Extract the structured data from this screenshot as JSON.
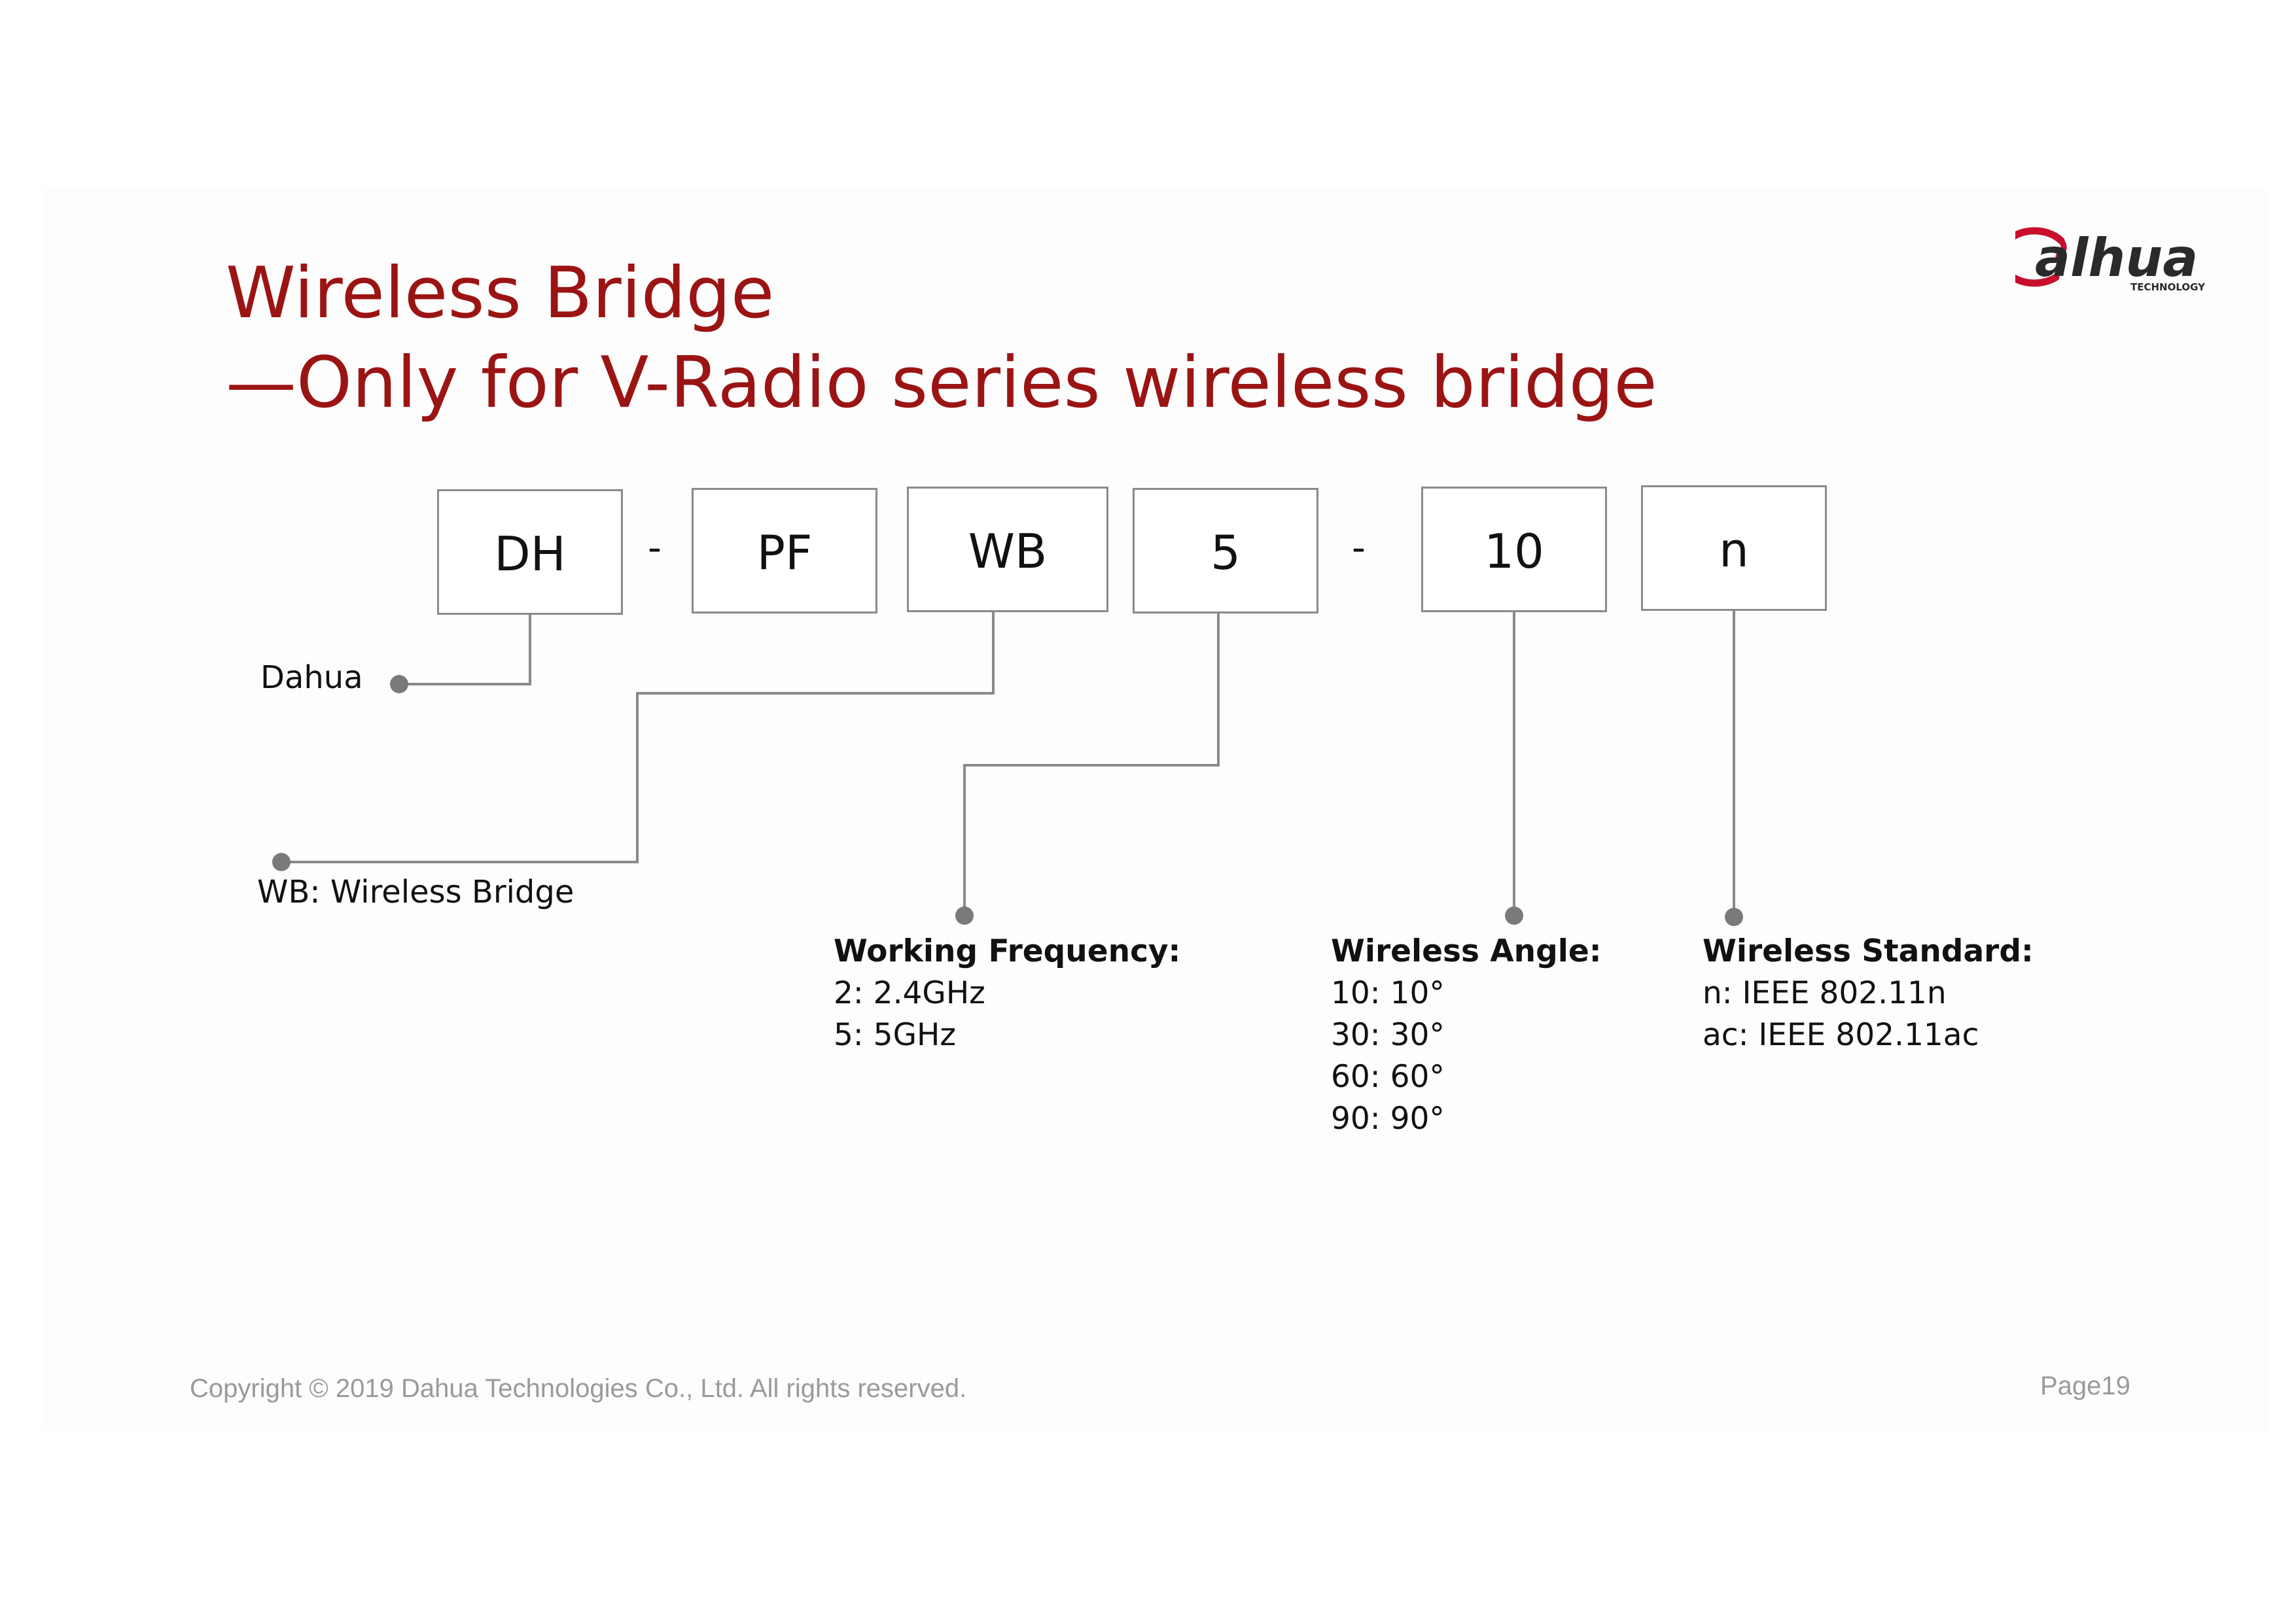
{
  "slide": {
    "title_line1": "Wireless Bridge",
    "title_line2": "—Only for V-Radio series wireless bridge",
    "logo_text": "alhua",
    "logo_subtext": "TECHNOLOGY",
    "colors": {
      "title": "#9b1414",
      "logo": "#c8102e",
      "line": "#8a8a8a",
      "footer": "#9a9a9a"
    }
  },
  "model_code": {
    "segments": [
      "DH",
      "PF",
      "WB",
      "5",
      "10",
      "n"
    ],
    "separators": [
      "-",
      "-"
    ]
  },
  "labels": {
    "brand": "Dahua",
    "type": "WB: Wireless Bridge"
  },
  "frequency": {
    "title": "Working Frequency:",
    "items": [
      "2: 2.4GHz",
      "5: 5GHz"
    ]
  },
  "angle": {
    "title": "Wireless Angle:",
    "items": [
      "10: 10°",
      "30: 30°",
      "60: 60°",
      "90: 90°"
    ]
  },
  "standard": {
    "title": "Wireless Standard:",
    "items": [
      "n: IEEE 802.11n",
      "ac: IEEE 802.11ac"
    ]
  },
  "footer": {
    "copyright": "Copyright © 2019 Dahua Technologies Co., Ltd. All rights reserved.",
    "page": "Page19"
  }
}
